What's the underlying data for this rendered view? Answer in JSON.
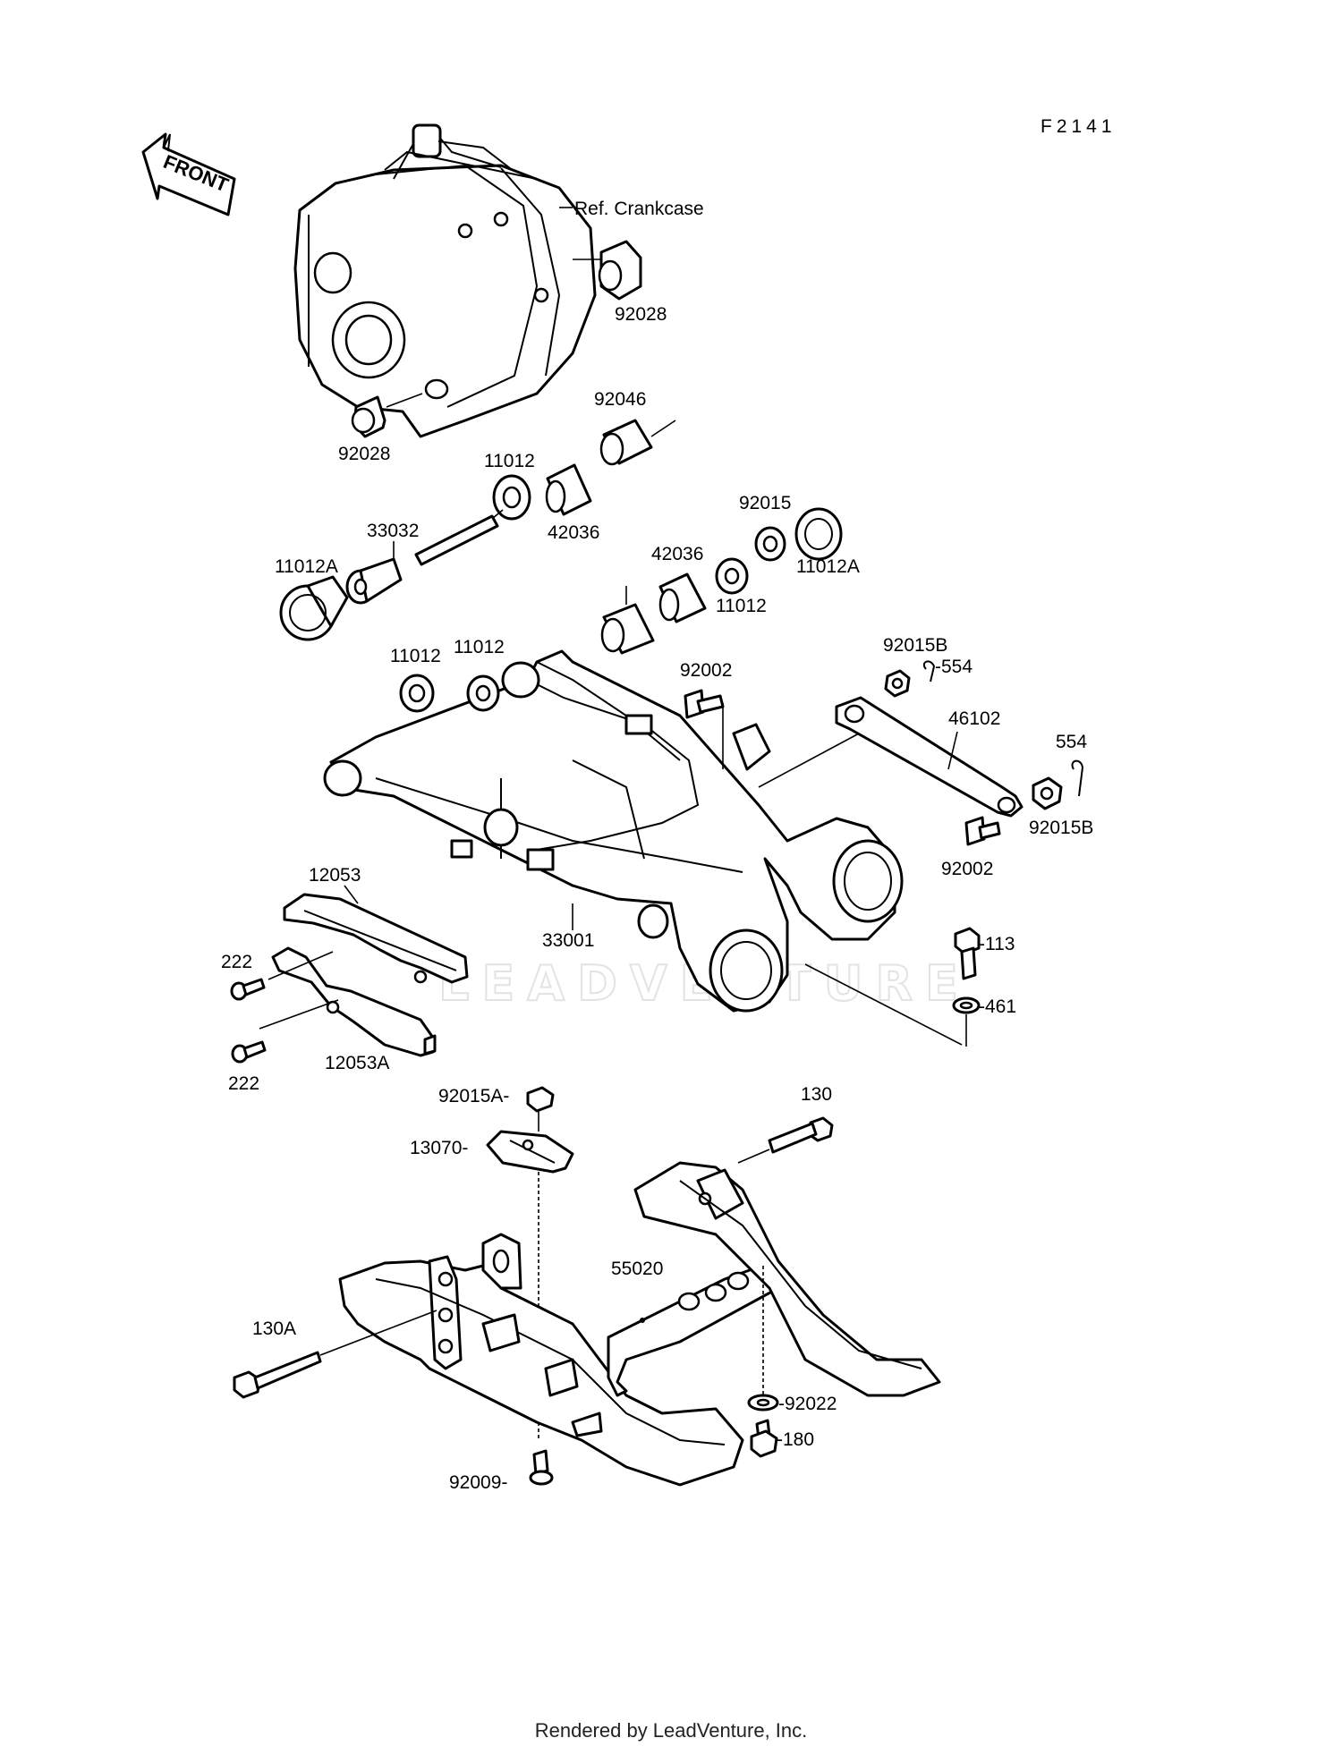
{
  "diagram_code": "F2141",
  "front_arrow_label": "FRONT",
  "ref_label": "Ref. Crankcase",
  "watermark": "LEADVENTURE",
  "footer": "Rendered by LeadVenture, Inc.",
  "callouts": {
    "c92028a": "92028",
    "c92028b": "92028",
    "c92046": "92046",
    "c11012a": "11012",
    "c42036a": "42036",
    "c33032": "33032",
    "c11012Aa": "11012A",
    "c92015": "92015",
    "c11012Ab": "11012A",
    "c42036b": "42036",
    "c11012b": "11012",
    "c11012c": "11012",
    "c11012d": "11012",
    "c92002a": "92002",
    "c92015Ba": "92015B",
    "c554a": "-554",
    "c46102": "46102",
    "c554b": "554",
    "c92015Bb": "92015B",
    "c92002b": "92002",
    "c12053": "12053",
    "c33001": "33001",
    "c113": "-113",
    "c461": "-461",
    "c222a": "222",
    "c222b": "222",
    "c12053A": "12053A",
    "c92015A": "92015A-",
    "c130": "130",
    "c13070": "13070-",
    "c55020": "55020",
    "c130A": "130A",
    "c92022": "-92022",
    "c180": "-180",
    "c92009": "92009-"
  }
}
